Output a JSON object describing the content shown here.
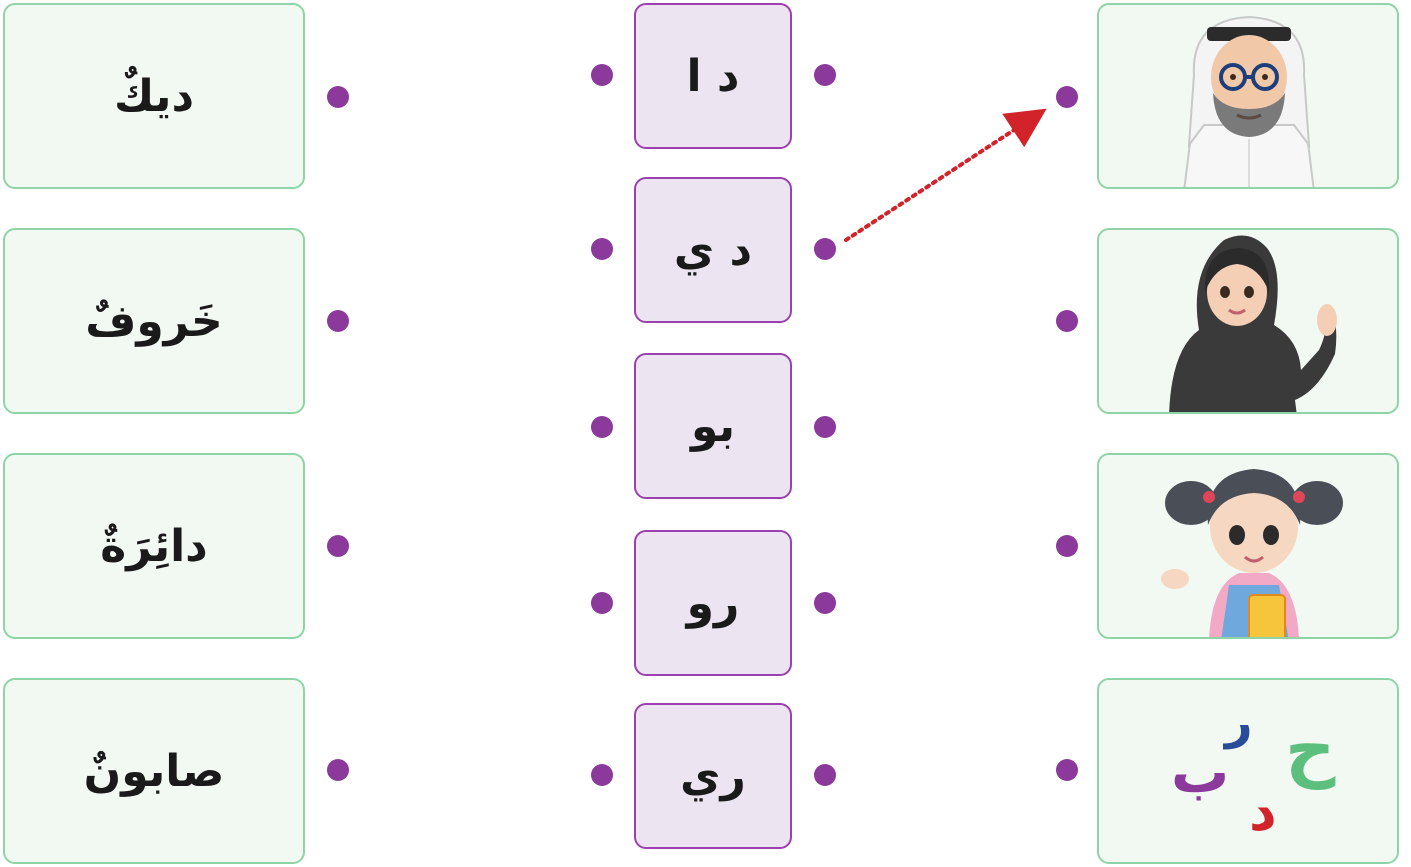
{
  "words": [
    {
      "label": "ديكٌ"
    },
    {
      "label": "خَروفٌ"
    },
    {
      "label": "دائِرَةٌ"
    },
    {
      "label": "صابونٌ"
    }
  ],
  "syllables": [
    {
      "label": "د ا"
    },
    {
      "label": "د ي"
    },
    {
      "label": "بو"
    },
    {
      "label": "رو"
    },
    {
      "label": "ري"
    }
  ],
  "pictures": [
    {
      "subject": "grandfather"
    },
    {
      "subject": "woman"
    },
    {
      "subject": "girl"
    },
    {
      "subject": "letters",
      "letters": [
        {
          "char": "ح",
          "color": "#5cbf7e"
        },
        {
          "char": "ر",
          "color": "#2a4a9a"
        },
        {
          "char": "ب",
          "color": "#8b3a9c"
        },
        {
          "char": "د",
          "color": "#d2232a"
        }
      ]
    }
  ],
  "colors": {
    "dot": "#8b3a9c",
    "arrow": "#d2232a",
    "word_border": "#8fd4a6",
    "syllable_border": "#9c3fb0"
  },
  "connection": {
    "from": "syllable-2",
    "to": "picture-1"
  }
}
